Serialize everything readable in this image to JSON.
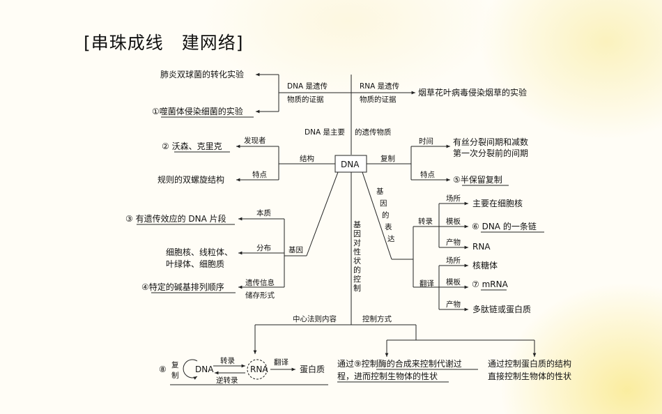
{
  "title": "[串珠成线　建网络]",
  "center": "DNA",
  "top": {
    "dna_evidence": "DNA 是遗传",
    "dna_evidence2": "物质的证据",
    "rna_evidence": "RNA 是遗传",
    "rna_evidence2": "物质的证据",
    "exp1": "肺炎双球菌的转化实验",
    "exp2": "①噬菌体侵染细菌的实验",
    "exp3": "烟草花叶病毒侵染烟草的实验",
    "main_a": "DNA 是主要",
    "main_b": "的遗传物质"
  },
  "structure": {
    "label": "结构",
    "discoverer": "发现者",
    "discoverer_value": "② 沃森、克里克",
    "feature": "特点",
    "feature_value": "规则的双螺旋结构"
  },
  "replication": {
    "label": "复制",
    "time": "时间",
    "time_value1": "有丝分裂间期和减数",
    "time_value2": "第一次分裂前的间期",
    "feature": "特点",
    "feature_value": "⑤半保留复制"
  },
  "gene": {
    "label": "基因",
    "essence": "本质",
    "essence_value": "③ 有遗传效应的 DNA 片段",
    "distribution": "分布",
    "distribution_value1": "细胞核、线粒体、",
    "distribution_value2": "叶绿体、细胞质",
    "info1": "遗传信息",
    "info2": "储存形式",
    "info_value": "④特定的碱基排列顺序"
  },
  "expression": {
    "label": "基因的表达",
    "transcription": "转录",
    "translation": "翻译",
    "site": "场所",
    "template": "模板",
    "product": "产物",
    "tc_site": "主要在细胞核",
    "tc_template": "⑥ DNA 的一条链",
    "tc_product": "RNA",
    "tl_site": "核糖体",
    "tl_template": "⑦ mRNA",
    "tl_product": "多肽链或蛋白质"
  },
  "control": {
    "vertical": "基因对性状的控制",
    "central": "中心法则内容",
    "mode": "控制方式",
    "way1a": "通过⑨控制酶的合成来控制代谢过",
    "way1b": "程，进而控制生物体的性状",
    "way2a": "通过控制蛋白质的结构",
    "way2b": "直接控制生物体的性状"
  },
  "dogma": {
    "num": "⑧",
    "rep1": "复",
    "rep2": "制",
    "dna": "DNA",
    "rna": "RNA",
    "transcription": "转录",
    "reverse": "逆转录",
    "translation": "翻译",
    "protein": "蛋白质"
  }
}
